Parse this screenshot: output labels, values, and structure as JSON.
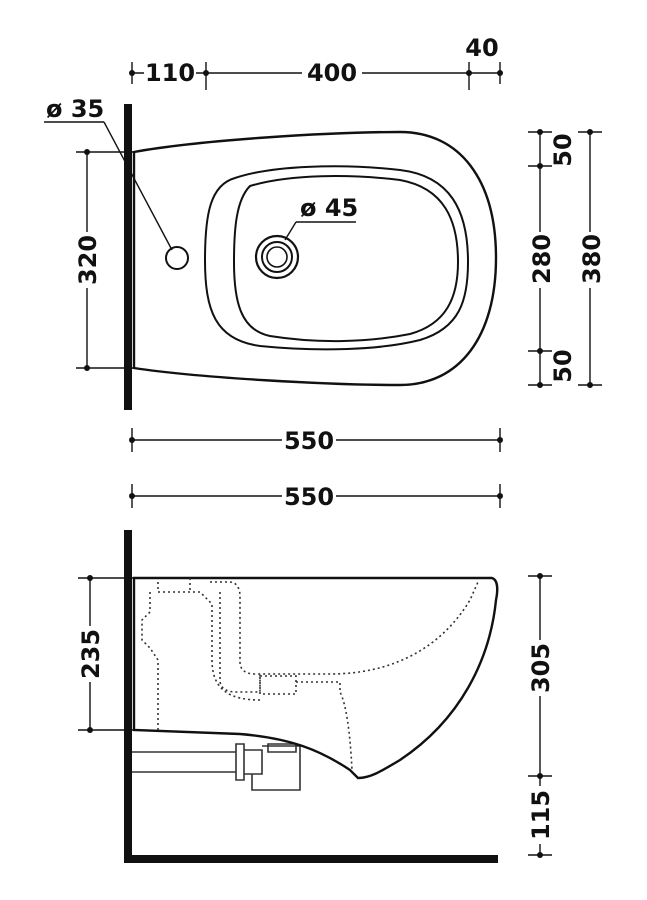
{
  "top_view": {
    "dims": {
      "left_offset": "110",
      "span": "400",
      "right_offset": "40",
      "hole_small": "ø 35",
      "height_left": "320",
      "hole_tap": "ø 45",
      "top_margin": "50",
      "inner_depth": "280",
      "bottom_margin": "50",
      "total_depth": "380",
      "length": "550"
    }
  },
  "side_view": {
    "dims": {
      "length": "550",
      "height_left": "235",
      "height_right": "305",
      "floor_gap": "115"
    }
  }
}
